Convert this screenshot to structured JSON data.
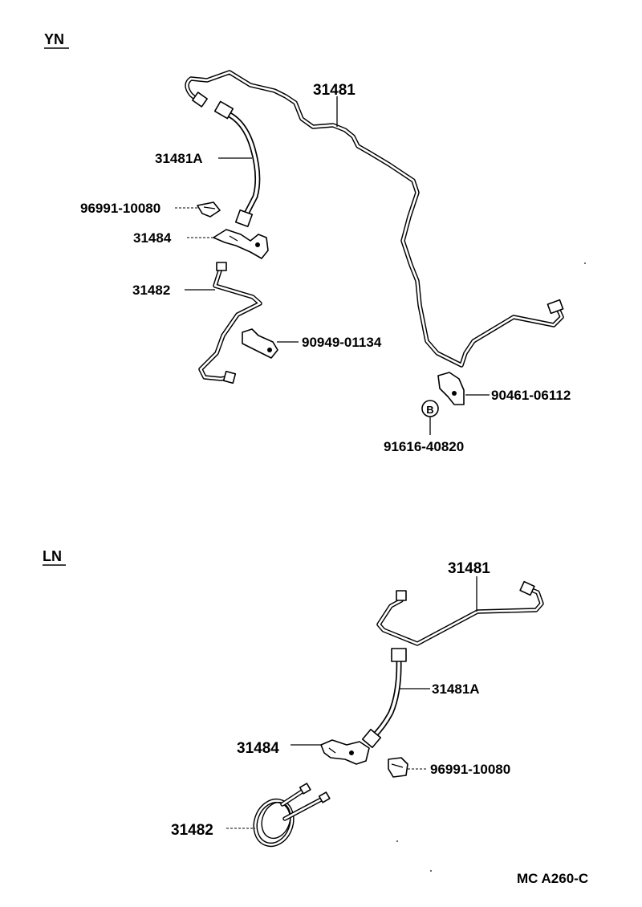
{
  "sections": {
    "top": {
      "label": "YN"
    },
    "bottom": {
      "label": "LN"
    }
  },
  "top_parts": {
    "tube_main": "31481",
    "hose": "31481A",
    "clip": "96991-10080",
    "bracket": "31484",
    "tube_lower": "31482",
    "clamp": "90949-01134",
    "clip_right": "90461-06112",
    "bolt": "91616-40820",
    "bolt_marker": "B"
  },
  "bottom_parts": {
    "tube_main": "31481",
    "hose": "31481A",
    "bracket": "31484",
    "clip": "96991-10080",
    "tube_coil": "31482"
  },
  "footer": {
    "code": "MC A260-C"
  }
}
